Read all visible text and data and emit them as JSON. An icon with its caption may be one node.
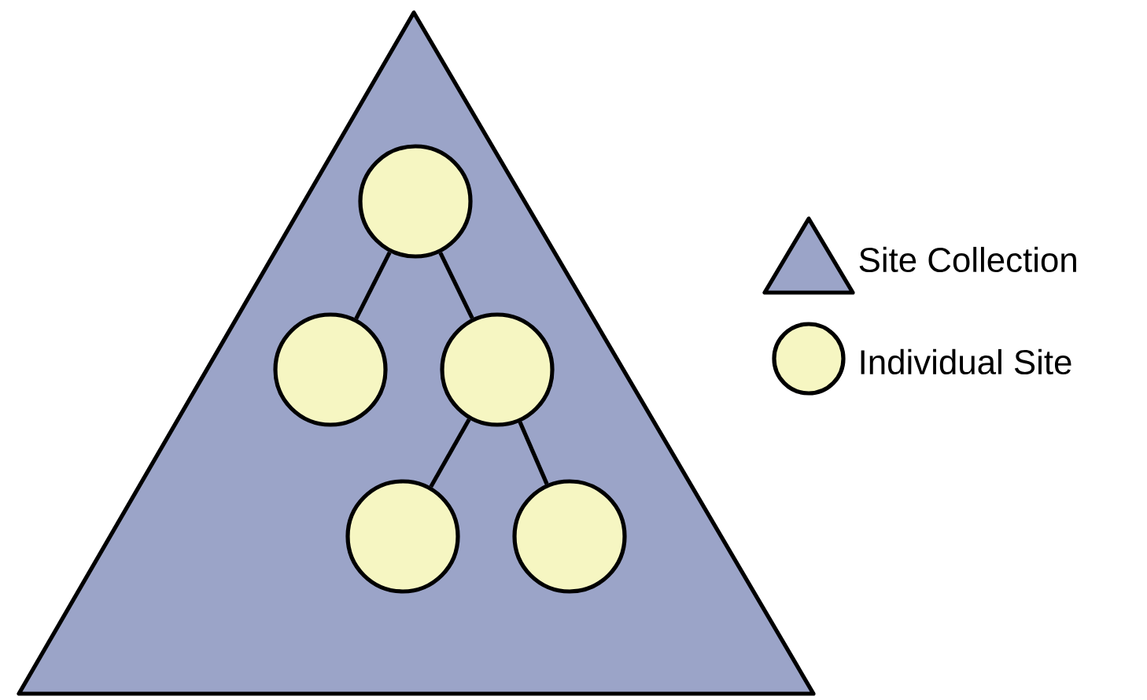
{
  "diagram": {
    "nodes": [
      {
        "text": [],
        "shape": "triangle"
      },
      {
        "text": [],
        "shape": "circle",
        "in": 0
      },
      {
        "text": [],
        "shape": "circle",
        "in": 0
      },
      {
        "text": [],
        "shape": "circle",
        "in": 0
      },
      {
        "text": [],
        "shape": "circle",
        "in": 0
      },
      {
        "text": [],
        "shape": "circle",
        "in": 0
      }
    ],
    "edges": [
      {
        "from": 1,
        "to": 2,
        "arrow": "none"
      },
      {
        "from": 1,
        "to": 3,
        "arrow": "none"
      },
      {
        "from": 3,
        "to": 4,
        "arrow": "none"
      },
      {
        "from": 3,
        "to": 5,
        "arrow": "none"
      }
    ],
    "legend": [
      {
        "text": "Site Collection"
      },
      {
        "text": "Individual Site"
      }
    ]
  }
}
